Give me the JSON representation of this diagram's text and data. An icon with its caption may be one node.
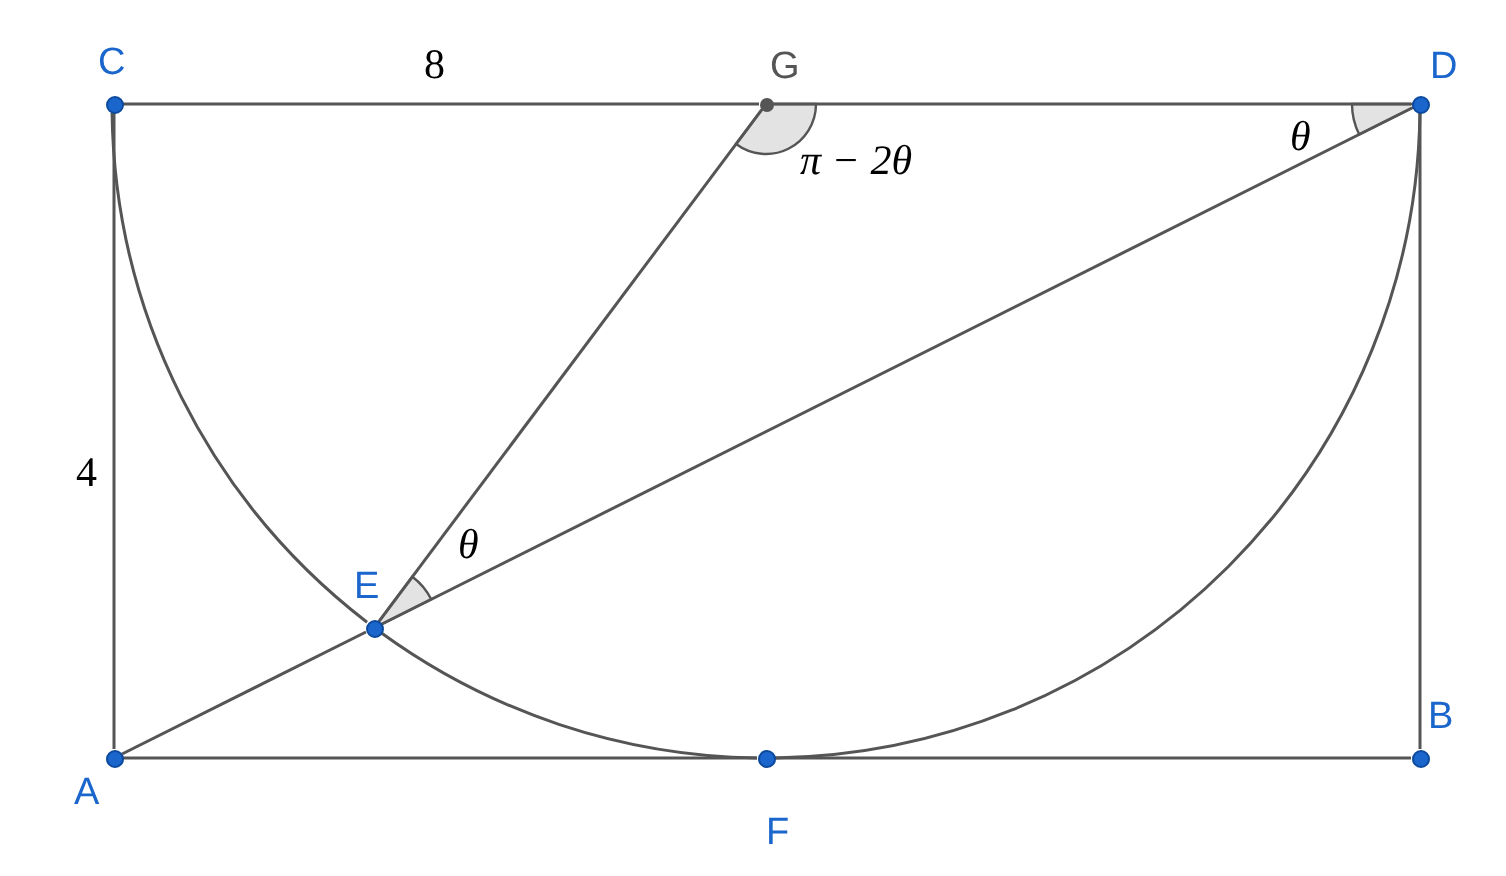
{
  "diagram": {
    "nodes": [
      {
        "text": [],
        "shape": "circle",
        "beside": [
          "C"
        ]
      },
      {
        "text": [],
        "shape": "circle",
        "beside": [
          "G"
        ]
      },
      {
        "text": [],
        "shape": "circle",
        "beside": [
          "D"
        ]
      },
      {
        "text": [],
        "shape": "circle",
        "beside": [
          "E"
        ]
      },
      {
        "text": [],
        "shape": "circle",
        "beside": [
          "A"
        ]
      },
      {
        "text": [],
        "shape": "circle",
        "beside": [
          "F"
        ]
      },
      {
        "text": [],
        "shape": "circle",
        "beside": [
          "B"
        ]
      }
    ],
    "edges": [
      {
        "from": 0,
        "to": 1,
        "arrow": "none",
        "label": "8"
      },
      {
        "from": 1,
        "to": 2,
        "arrow": "none"
      },
      {
        "from": 0,
        "to": 4,
        "arrow": "none",
        "label": "4"
      },
      {
        "from": 4,
        "to": 5,
        "arrow": "none"
      },
      {
        "from": 5,
        "to": 6,
        "arrow": "none"
      },
      {
        "from": 6,
        "to": 2,
        "arrow": "none"
      },
      {
        "from": 4,
        "to": 3,
        "arrow": "none"
      },
      {
        "from": 3,
        "to": 2,
        "arrow": "none"
      },
      {
        "from": 1,
        "to": 3,
        "arrow": "none"
      },
      {
        "from": 0,
        "to": 3,
        "arrow": "none"
      },
      {
        "from": 3,
        "to": 5,
        "arrow": "none"
      },
      {
        "from": 5,
        "to": 2,
        "arrow": "none"
      }
    ],
    "labels": [
      "θ",
      "π − 2θ",
      "θ"
    ]
  }
}
